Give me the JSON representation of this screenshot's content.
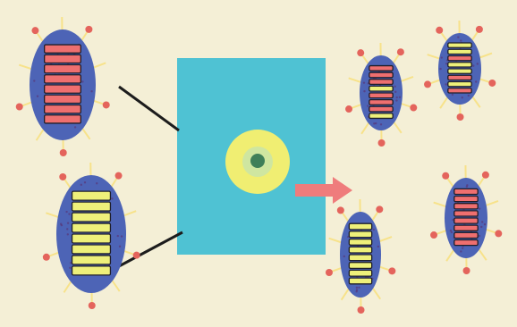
{
  "colors": {
    "background": "#f4efd6",
    "cell_body": "#4d64b6",
    "cell_dots": "#5a2f6e",
    "red_bar": "#ef6f6f",
    "yellow_bar": "#eef07a",
    "bar_outline": "#1f1f2a",
    "spike": "#f7e28a",
    "spike_tip": "#e4645c",
    "square": "#4fc2d3",
    "target_outer": "#f0ee72",
    "target_core": "#3f7f58",
    "arrow": "#ef7c7c",
    "connector": "#1c1c1c"
  },
  "diagram": {
    "cells": [
      {
        "id": "left-top",
        "bar_color": "red",
        "bars": 8
      },
      {
        "id": "left-bottom",
        "bar_color": "yellow",
        "bars": 8
      },
      {
        "id": "right-1",
        "bar_color": "mixed",
        "bars": 8
      },
      {
        "id": "right-2",
        "bar_color": "mixed",
        "bars": 8
      },
      {
        "id": "right-3",
        "bar_color": "yellow",
        "bars": 8
      },
      {
        "id": "right-4",
        "bar_color": "red",
        "bars": 8
      }
    ],
    "center_square": {
      "icon": "target-circle-icon"
    },
    "arrow": {
      "icon": "right-arrow-icon"
    }
  }
}
